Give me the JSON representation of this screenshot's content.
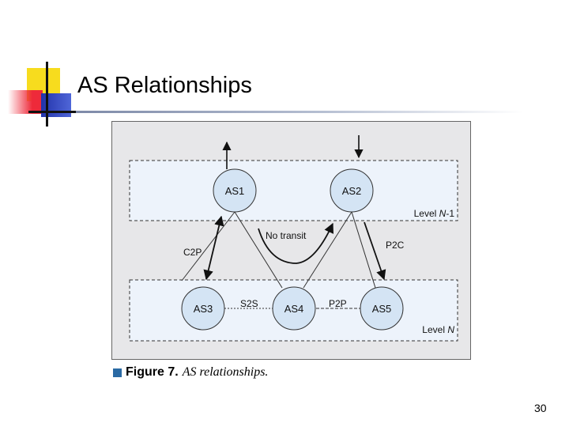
{
  "slide": {
    "title": "AS Relationships",
    "page_number": "30"
  },
  "figure": {
    "nodes": {
      "as1": "AS1",
      "as2": "AS2",
      "as3": "AS3",
      "as4": "AS4",
      "as5": "AS5"
    },
    "levels": {
      "upper_prefix": "Level ",
      "upper_italic": "N",
      "upper_suffix": "-1",
      "lower_prefix": "Level ",
      "lower_italic": "N"
    },
    "relations": {
      "c2p": "C2P",
      "p2c": "P2C",
      "s2s": "S2S",
      "p2p": "P2P",
      "no_transit": "No transit"
    },
    "caption": {
      "label": "Figure 7.",
      "text": "AS relationships."
    }
  },
  "colors": {
    "panel_background": "#e7e7e9",
    "level_band": "#edf3fb",
    "node_fill": "#d4e4f4",
    "caption_marker": "#2a6aa4"
  }
}
